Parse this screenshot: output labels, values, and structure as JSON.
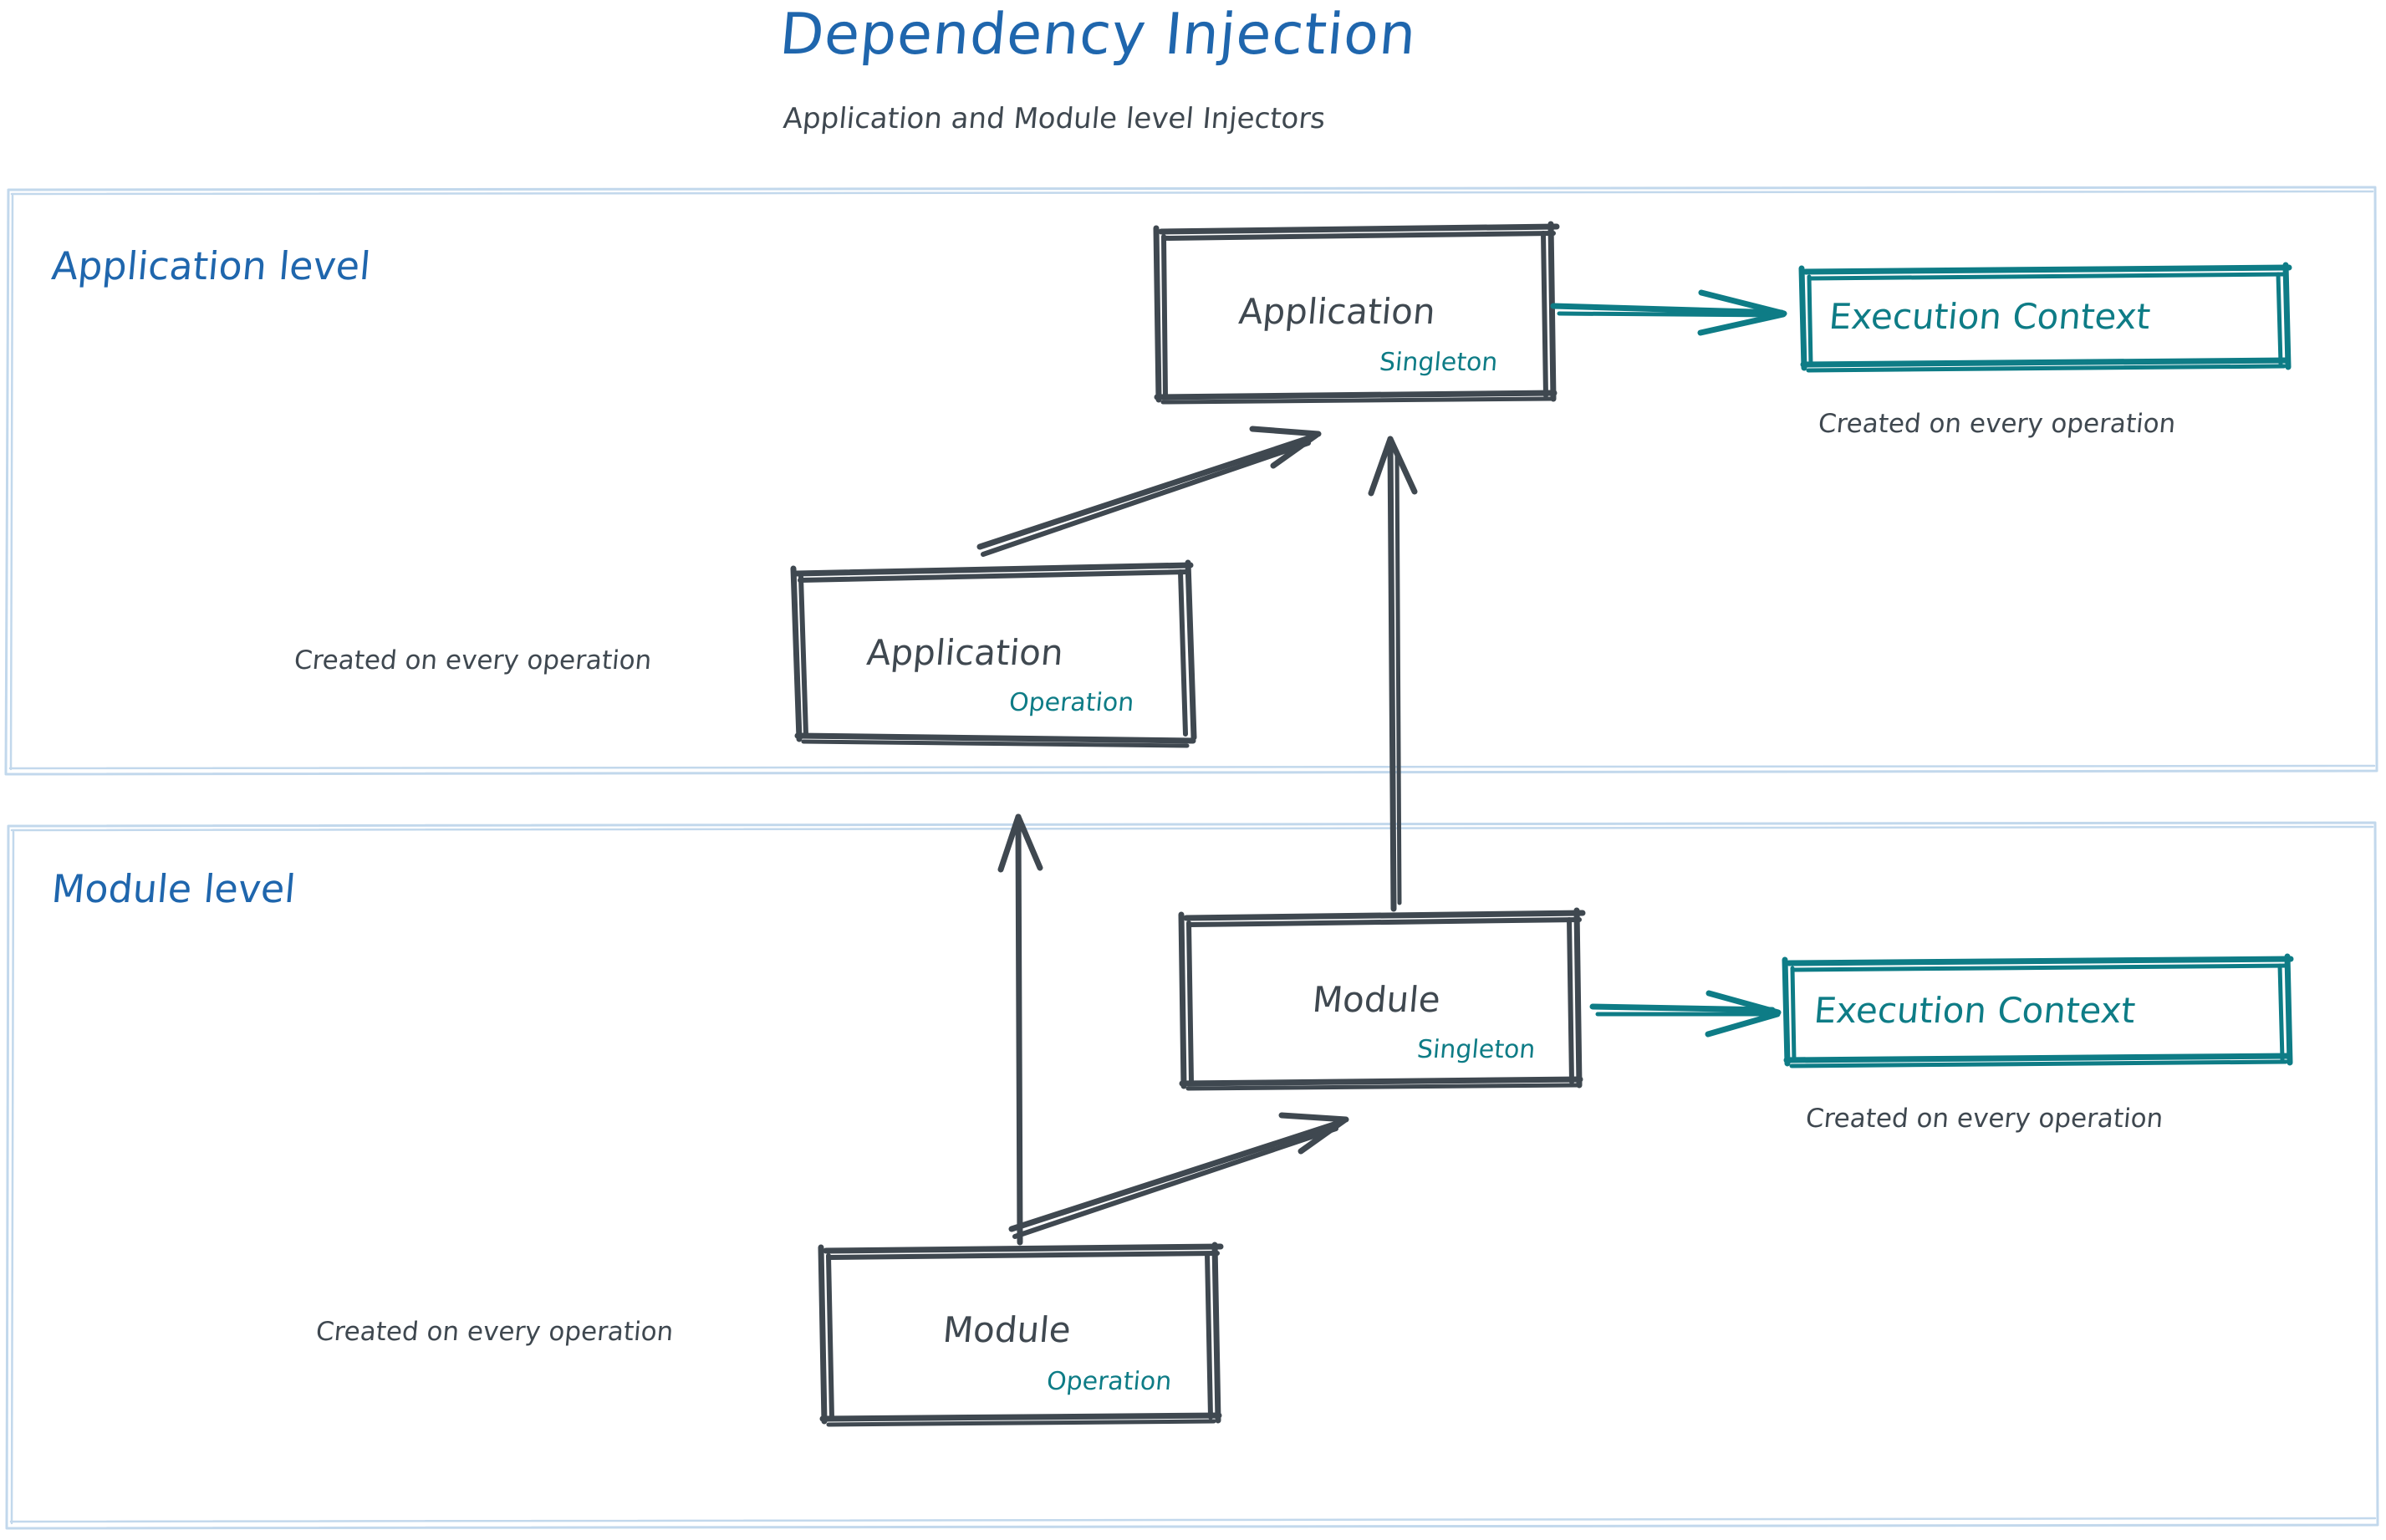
{
  "header": {
    "title": "Dependency Injection",
    "subtitle": "Application and Module level Injectors",
    "title_color": "#1f66ad",
    "subtitle_color": "#3f4850"
  },
  "colors": {
    "brand_blue": "#1f66ad",
    "section_border": "#c2d8ec",
    "sketch_dark": "#3f4850",
    "teal": "#0e7c86",
    "background": "#ffffff"
  },
  "sections": [
    {
      "id": "application-level",
      "label": "Application level",
      "nodes": [
        {
          "id": "application-singleton",
          "title": "Application",
          "scope": "Singleton",
          "scope_color": "#0e7c86",
          "border_style": "sketch-dark"
        },
        {
          "id": "application-operation",
          "title": "Application",
          "scope": "Operation",
          "scope_color": "#0e7c86",
          "border_style": "sketch-dark",
          "caption": "Created on every operation"
        },
        {
          "id": "execution-context-application",
          "title": "Execution Context",
          "border_style": "sketch-teal",
          "caption": "Created on every operation"
        }
      ]
    },
    {
      "id": "module-level",
      "label": "Module level",
      "nodes": [
        {
          "id": "module-singleton",
          "title": "Module",
          "scope": "Singleton",
          "scope_color": "#0e7c86",
          "border_style": "sketch-dark"
        },
        {
          "id": "module-operation",
          "title": "Module",
          "scope": "Operation",
          "scope_color": "#0e7c86",
          "border_style": "sketch-dark",
          "caption": "Created on every operation"
        },
        {
          "id": "execution-context-module",
          "title": "Execution Context",
          "border_style": "sketch-teal",
          "caption": "Created on every operation"
        }
      ]
    }
  ],
  "edges": [
    {
      "id": "app-singleton-to-exec-context",
      "from": "application-singleton",
      "to": "execution-context-application",
      "color": "#0e7c86",
      "style": "arrow"
    },
    {
      "id": "app-operation-to-app-singleton",
      "from": "application-operation",
      "to": "application-singleton",
      "color": "#3f4850",
      "style": "arrow"
    },
    {
      "id": "module-singleton-to-app-singleton",
      "from": "module-singleton",
      "to": "application-singleton",
      "color": "#3f4850",
      "style": "arrow"
    },
    {
      "id": "module-singleton-to-exec-context",
      "from": "module-singleton",
      "to": "execution-context-module",
      "color": "#0e7c86",
      "style": "arrow"
    },
    {
      "id": "module-operation-to-module-singleton",
      "from": "module-operation",
      "to": "module-singleton",
      "color": "#3f4850",
      "style": "arrow"
    },
    {
      "id": "module-operation-to-app-operation",
      "from": "module-operation",
      "to": "application-operation",
      "color": "#3f4850",
      "style": "arrow"
    }
  ],
  "labels": {
    "title": "Dependency Injection",
    "subtitle": "Application and Module level Injectors",
    "application_level": "Application level",
    "module_level": "Module level",
    "application": "Application",
    "module": "Module",
    "singleton": "Singleton",
    "operation": "Operation",
    "execution_context": "Execution Context",
    "created_on_every_operation": "Created on every operation"
  }
}
